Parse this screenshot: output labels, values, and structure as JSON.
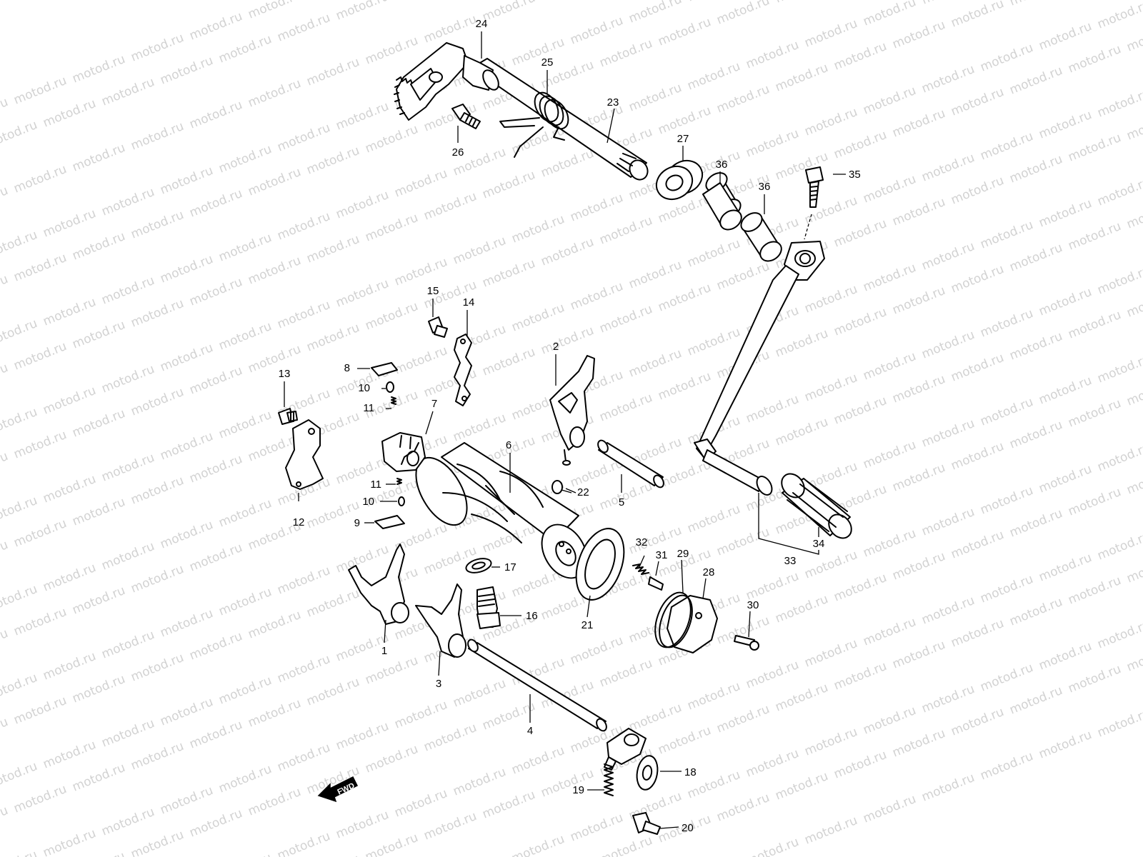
{
  "watermark": {
    "text": "motod.ru"
  },
  "direction_marker": {
    "text": "FWD"
  },
  "parts": [
    {
      "id": "p1",
      "label": "1"
    },
    {
      "id": "p2",
      "label": "2"
    },
    {
      "id": "p3",
      "label": "3"
    },
    {
      "id": "p4",
      "label": "4"
    },
    {
      "id": "p5",
      "label": "5"
    },
    {
      "id": "p6",
      "label": "6"
    },
    {
      "id": "p7",
      "label": "7"
    },
    {
      "id": "p8",
      "label": "8"
    },
    {
      "id": "p9",
      "label": "9"
    },
    {
      "id": "p10a",
      "label": "10"
    },
    {
      "id": "p10b",
      "label": "10"
    },
    {
      "id": "p11a",
      "label": "11"
    },
    {
      "id": "p11b",
      "label": "11"
    },
    {
      "id": "p12",
      "label": "12"
    },
    {
      "id": "p13",
      "label": "13"
    },
    {
      "id": "p14",
      "label": "14"
    },
    {
      "id": "p15",
      "label": "15"
    },
    {
      "id": "p16",
      "label": "16"
    },
    {
      "id": "p17",
      "label": "17"
    },
    {
      "id": "p18",
      "label": "18"
    },
    {
      "id": "p19",
      "label": "19"
    },
    {
      "id": "p20",
      "label": "20"
    },
    {
      "id": "p21",
      "label": "21"
    },
    {
      "id": "p22",
      "label": "22"
    },
    {
      "id": "p23",
      "label": "23"
    },
    {
      "id": "p24",
      "label": "24"
    },
    {
      "id": "p25",
      "label": "25"
    },
    {
      "id": "p26",
      "label": "26"
    },
    {
      "id": "p27",
      "label": "27"
    },
    {
      "id": "p28",
      "label": "28"
    },
    {
      "id": "p29",
      "label": "29"
    },
    {
      "id": "p30",
      "label": "30"
    },
    {
      "id": "p31",
      "label": "31"
    },
    {
      "id": "p32",
      "label": "32"
    },
    {
      "id": "p33",
      "label": "33"
    },
    {
      "id": "p34",
      "label": "34"
    },
    {
      "id": "p35",
      "label": "35"
    },
    {
      "id": "p36a",
      "label": "36"
    },
    {
      "id": "p36b",
      "label": "36"
    }
  ]
}
